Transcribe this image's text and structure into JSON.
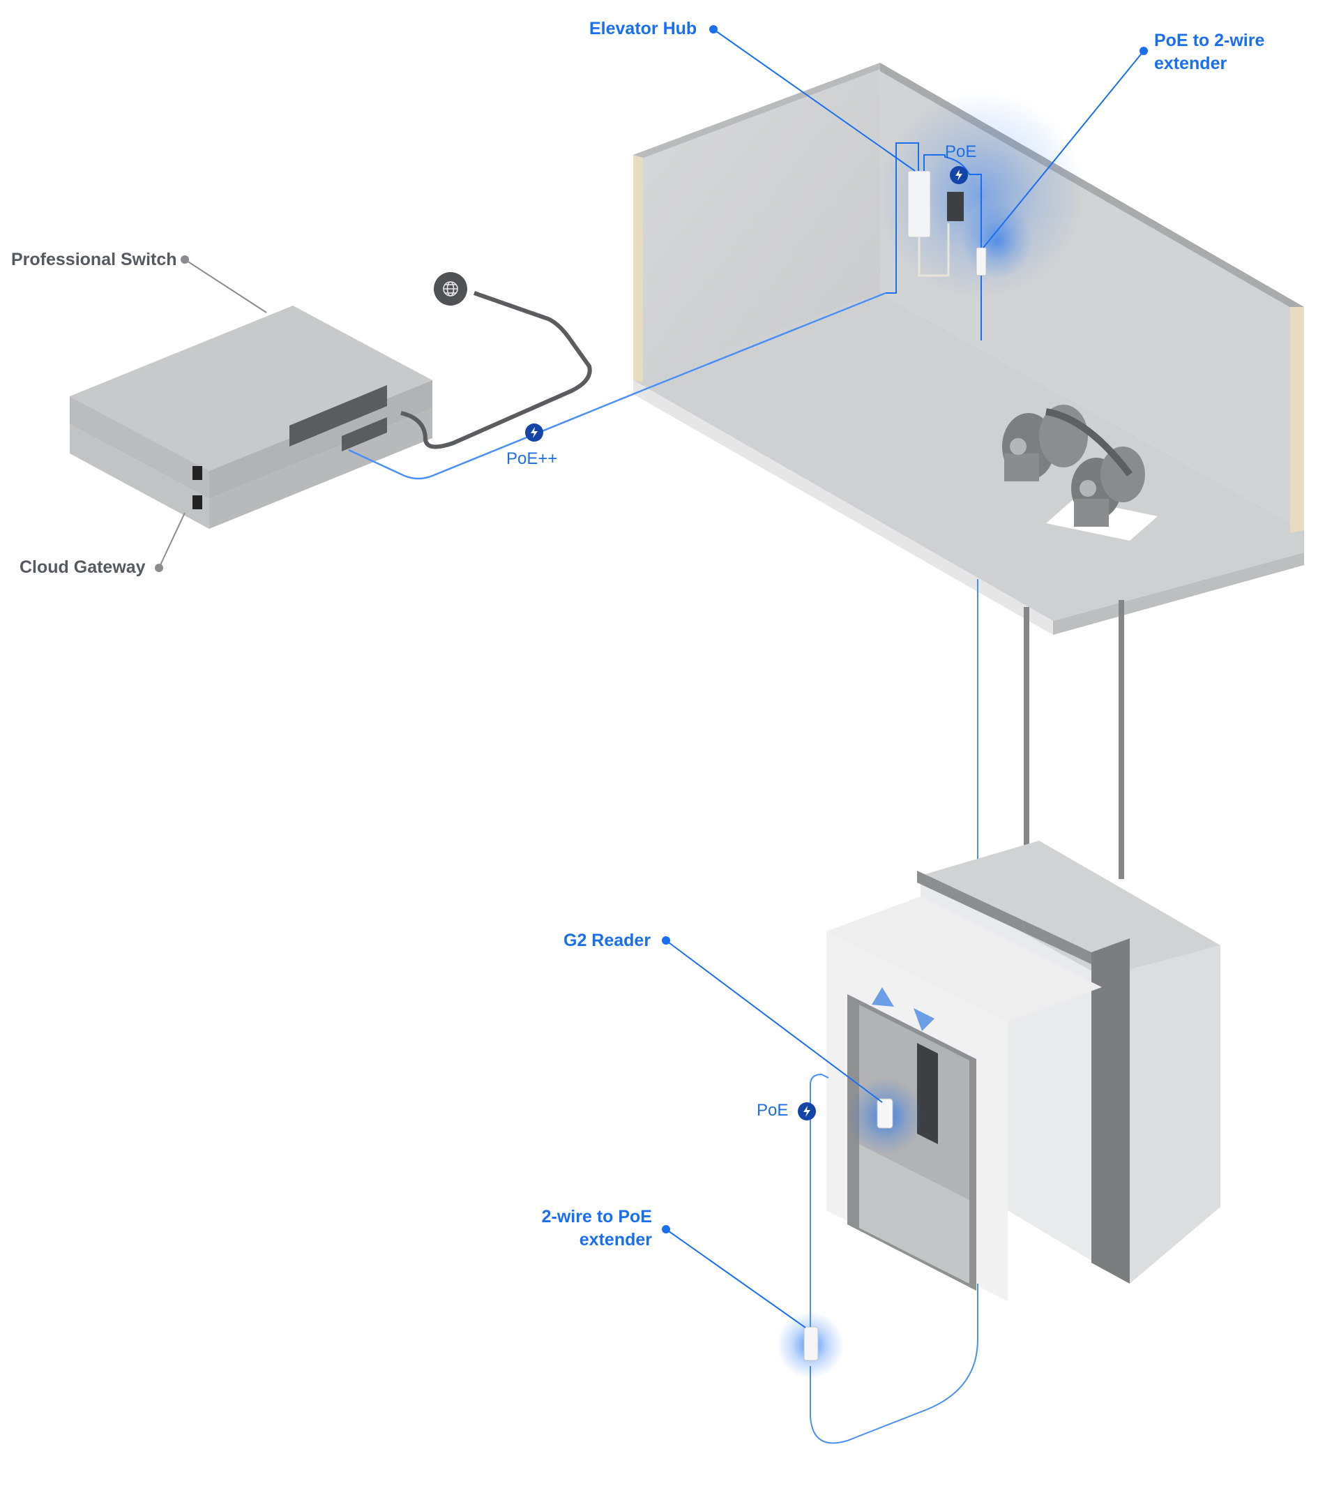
{
  "diagram": {
    "title": "Elevator access control topology",
    "accent_color": "#1a6ff0",
    "badge_color": "#1444a8",
    "gray_label_color": "#555a60",
    "labels": {
      "elevator_hub": "Elevator Hub",
      "poe_to_2wire_line1": "PoE to 2-wire",
      "poe_to_2wire_line2": "extender",
      "professional_switch": "Professional Switch",
      "cloud_gateway": "Cloud Gateway",
      "g2_reader": "G2 Reader",
      "twowire_to_poe_line1": "2-wire to PoE",
      "twowire_to_poe_line2": "extender"
    },
    "power_tags": {
      "uplink": "PoE++",
      "machine_room": "PoE",
      "cabin": "PoE"
    },
    "icons": {
      "internet": "globe-icon",
      "power": "lightning-bolt-icon"
    }
  }
}
